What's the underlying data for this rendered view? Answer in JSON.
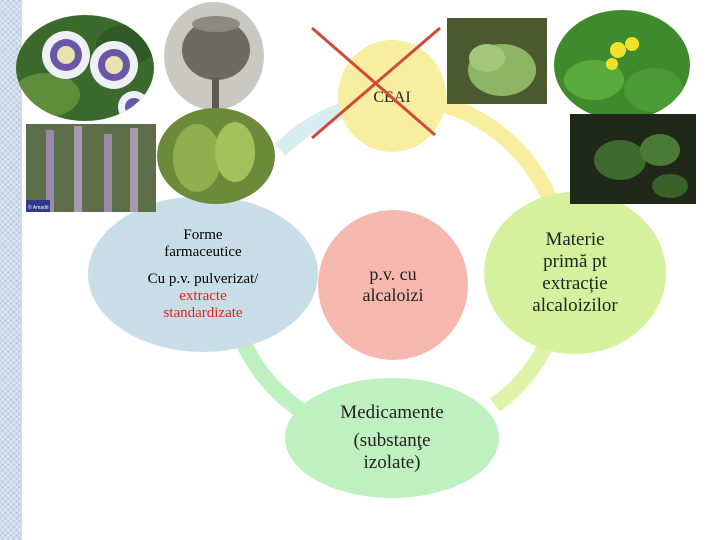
{
  "diagram": {
    "top_node": {
      "label": "CEAI",
      "color": "#f7eea0",
      "crossed": true
    },
    "left_node": {
      "title_line1": "Forme",
      "title_line2": "farmaceutice",
      "sub_line1": "Cu p.v. pulverizat/",
      "sub_line2": "extracte",
      "sub_line3": "standardizate",
      "color": "#c9dde8",
      "accent": "#d7261e"
    },
    "center_node": {
      "line1": "p.v. cu",
      "line2": "alcaloizi",
      "color": "#f6b8ae"
    },
    "bottom_node": {
      "line1": "Medicamente",
      "line2": "(substanţe",
      "line3": "izolate)",
      "color": "#bff0bf"
    },
    "right_node": {
      "line1": "Materie",
      "line2": "primă pt",
      "line3": "extracție",
      "line4": "alcaloizilor",
      "color": "#d4f29d"
    },
    "ring_colors": {
      "top_right": "#f7eea0",
      "right": "#dff3a8",
      "bottom": "#bff0bf",
      "left": "#d7edf0"
    },
    "photos": [
      {
        "subject": "passionflower",
        "credit": ""
      },
      {
        "subject": "poppy-capsule"
      },
      {
        "subject": "lady-mantle-leaf"
      },
      {
        "subject": "celandine"
      },
      {
        "subject": "motherwort",
        "credit": "© Amadé"
      },
      {
        "subject": "clubmoss"
      },
      {
        "subject": "ivy"
      }
    ]
  }
}
